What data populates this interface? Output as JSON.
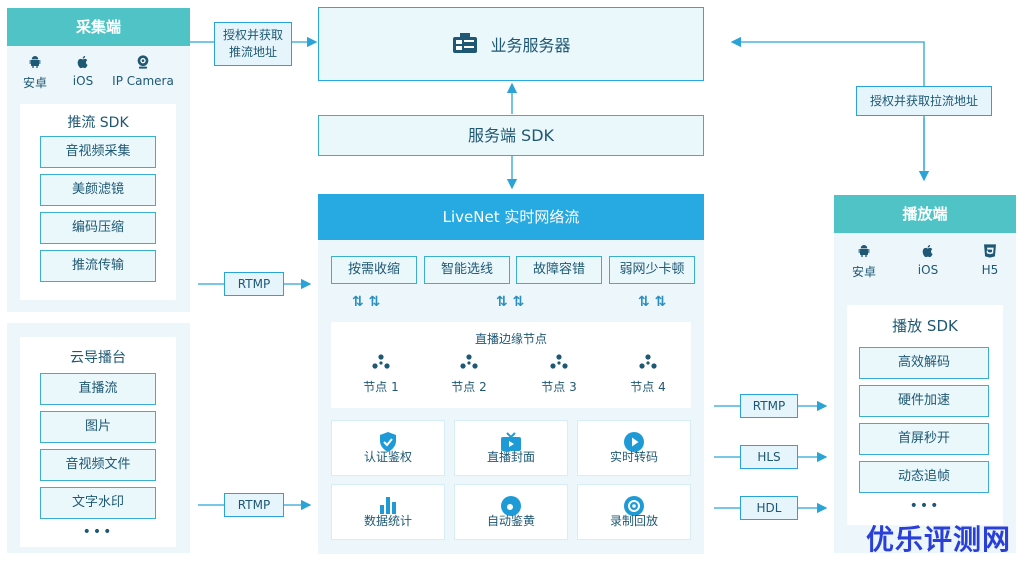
{
  "collector": {
    "title": "采集端",
    "platforms": [
      {
        "icon": "android-icon",
        "label": "安卓"
      },
      {
        "icon": "apple-icon",
        "label": "iOS"
      },
      {
        "icon": "camera-icon",
        "label": "IP Camera"
      }
    ],
    "sdk_title": "推流 SDK",
    "sdk_items": [
      "音视频采集",
      "美颜滤镜",
      "编码压缩",
      "推流传输"
    ]
  },
  "director": {
    "title": "云导播台",
    "items": [
      "直播流",
      "图片",
      "音视频文件",
      "文字水印"
    ],
    "more": "•••"
  },
  "auth_push": "授权并获取\n推流地址",
  "business_server": {
    "icon": "server-icon",
    "label": "业务服务器"
  },
  "server_sdk": "服务端 SDK",
  "auth_pull": "授权并获取拉流地址",
  "livenet": {
    "title": "LiveNet 实时网络流",
    "capabilities": [
      "按需收缩",
      "智能选线",
      "故障容错",
      "弱网少卡顿"
    ],
    "swap_glyph": "⇅",
    "edge_title": "直播边缘节点",
    "nodes": [
      "节点 1",
      "节点 2",
      "节点 3",
      "节点 4"
    ],
    "features": [
      {
        "icon": "shield-check-icon",
        "label": "认证鉴权"
      },
      {
        "icon": "tv-icon",
        "label": "直播封面"
      },
      {
        "icon": "play-circle-icon",
        "label": "实时转码"
      },
      {
        "icon": "bar-chart-icon",
        "label": "数据统计"
      },
      {
        "icon": "circle-dot-icon",
        "label": "自动鉴黄"
      },
      {
        "icon": "record-icon",
        "label": "录制回放"
      }
    ]
  },
  "protocols_in": [
    "RTMP",
    "RTMP"
  ],
  "protocols_out": [
    "RTMP",
    "HLS",
    "HDL"
  ],
  "player": {
    "title": "播放端",
    "platforms": [
      {
        "icon": "android-icon",
        "label": "安卓"
      },
      {
        "icon": "apple-icon",
        "label": "iOS"
      },
      {
        "icon": "html5-icon",
        "label": "H5"
      }
    ],
    "sdk_title": "播放 SDK",
    "sdk_items": [
      "高效解码",
      "硬件加速",
      "首屏秒开",
      "动态追帧"
    ],
    "more": "•••"
  },
  "watermark": "优乐评测网",
  "colors": {
    "teal": "#4fc3c5",
    "blue": "#27a9e1",
    "panel": "#edf7fb",
    "line": "#2aa3d6"
  }
}
